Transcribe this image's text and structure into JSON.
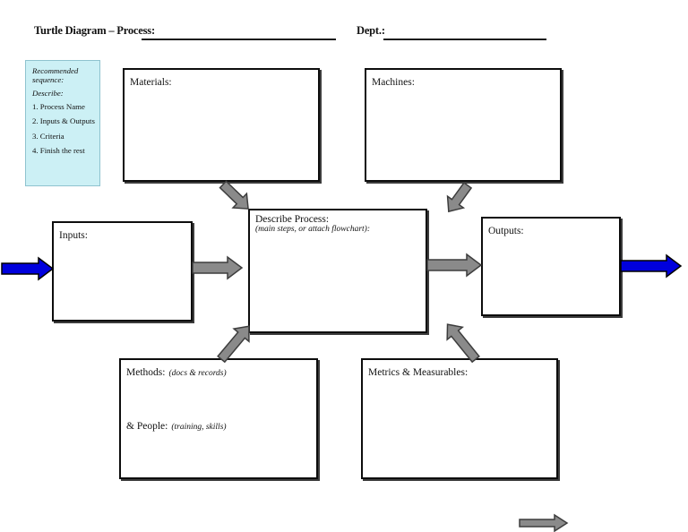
{
  "header": {
    "title": "Turtle Diagram – Process:",
    "dept_label": "Dept.:"
  },
  "note_box": {
    "intro1": "Recommended sequence:",
    "intro2": "Describe:",
    "steps": [
      "1. Process Name",
      "2. Inputs & Outputs",
      "3. Criteria",
      "4. Finish the rest"
    ]
  },
  "boxes": {
    "materials": {
      "label": "Materials:"
    },
    "machines": {
      "label": "Machines:"
    },
    "inputs": {
      "label": "Inputs:"
    },
    "process": {
      "label": "Describe Process:",
      "note": "(main steps, or attach flowchart):"
    },
    "outputs": {
      "label": "Outputs:"
    },
    "methods": {
      "label": "Methods:",
      "note": "(docs & records)",
      "label2": "& People:",
      "note2": "(training, skills)"
    },
    "metrics": {
      "label": "Metrics & Measurables:"
    }
  },
  "arrows": {
    "external_input": "blue-right-arrow",
    "inputs_to_process": "gray-right-arrow",
    "materials_to_process": "gray-diagonal-arrow",
    "machines_to_process": "gray-diagonal-arrow",
    "methods_to_process": "gray-diagonal-arrow",
    "metrics_to_process": "gray-diagonal-arrow",
    "process_to_outputs": "gray-right-arrow",
    "external_output": "blue-right-arrow",
    "footer_marker": "gray-right-arrow"
  },
  "colors": {
    "arrow_blue": "#0000dd",
    "arrow_gray": "#8a8a8a",
    "note_bg": "#ccf0f5",
    "note_border": "#8fc3cf"
  }
}
